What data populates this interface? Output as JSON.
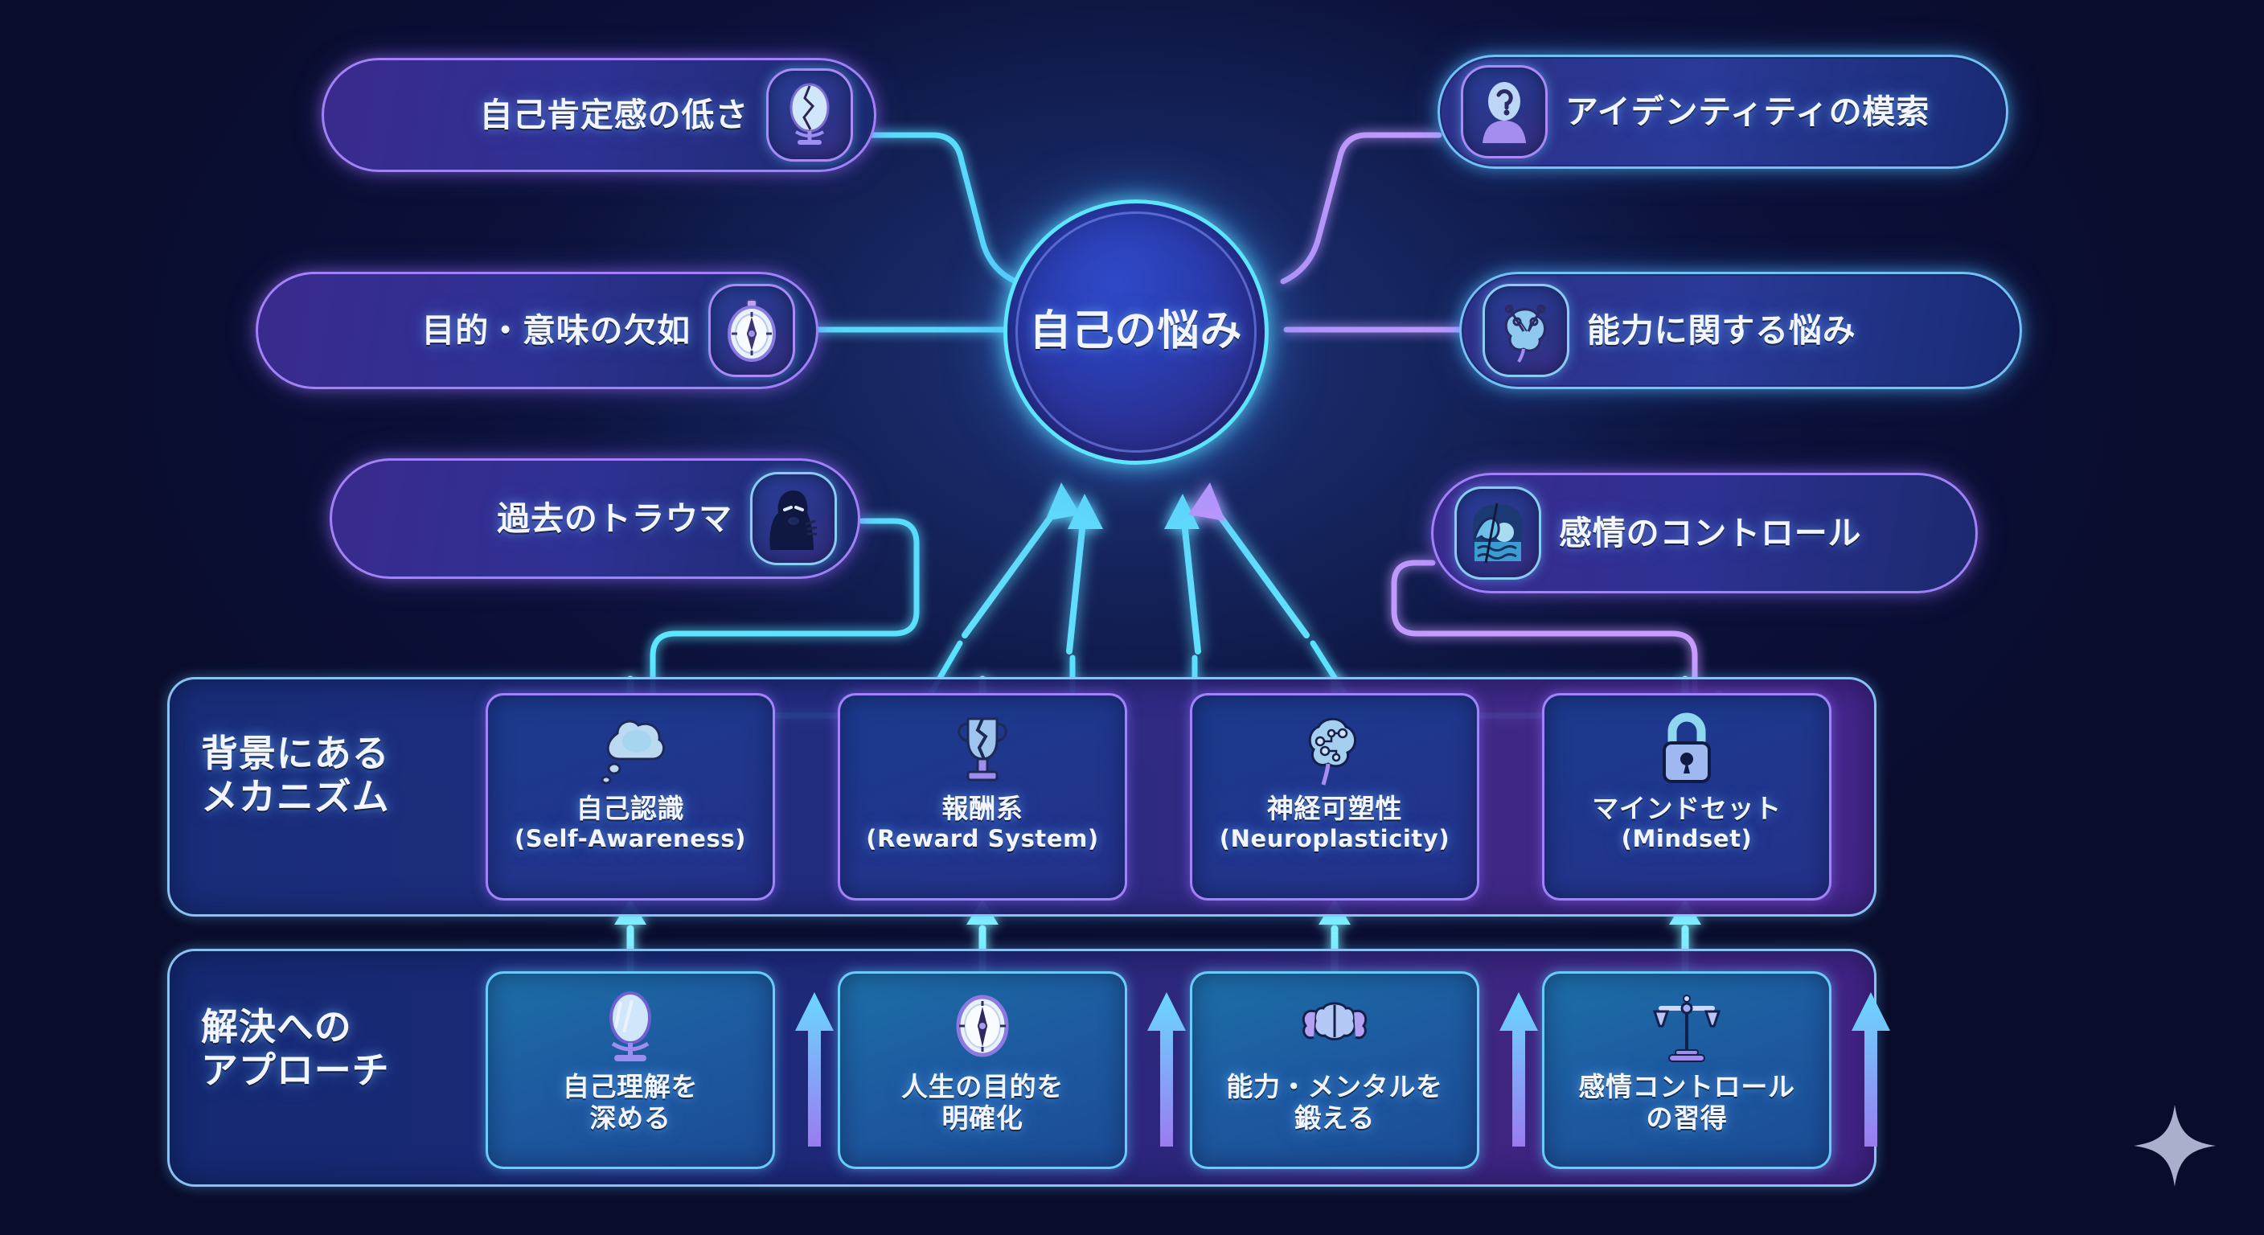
{
  "background": {
    "deep": "#0a0c2b",
    "mid": "#101a4b",
    "glow": "#16235e"
  },
  "accents": {
    "cyan": "#5de4ff",
    "purple": "#a886ff",
    "blue": "#2a3cae",
    "card_blue": "#1d5ba0"
  },
  "center": {
    "label": "自己の悩み",
    "icon": "hub-circle"
  },
  "satellites": [
    {
      "label": "自己肯定感の低さ",
      "icon": "broken-mirror-icon",
      "side": "left"
    },
    {
      "label": "目的・意味の欠如",
      "icon": "compass-icon",
      "side": "left"
    },
    {
      "label": "過去のトラウマ",
      "icon": "shadow-figure-icon",
      "side": "left"
    },
    {
      "label": "アイデンティティの模索",
      "icon": "question-person-icon",
      "side": "right"
    },
    {
      "label": "能力に関する悩み",
      "icon": "chained-brain-icon",
      "side": "right"
    },
    {
      "label": "感情のコントロール",
      "icon": "wave-sun-icon",
      "side": "right"
    }
  ],
  "mechanism_row": {
    "label": "背景にある\nメカニズム",
    "cards": [
      {
        "title": "自己認識",
        "subtitle": "(Self-Awareness)",
        "icon": "thought-cloud-icon"
      },
      {
        "title": "報酬系",
        "subtitle": "(Reward System)",
        "icon": "broken-trophy-icon"
      },
      {
        "title": "神経可塑性",
        "subtitle": "(Neuroplasticity)",
        "icon": "neural-brain-icon"
      },
      {
        "title": "マインドセット",
        "subtitle": "(Mindset)",
        "icon": "lock-icon"
      }
    ]
  },
  "solution_row": {
    "label": "解決への\nアプローチ",
    "cards": [
      {
        "title": "自己理解を\n深める",
        "icon": "mirror-icon"
      },
      {
        "title": "人生の目的を\n明確化",
        "icon": "compass-icon"
      },
      {
        "title": "能力・メンタルを\n鍛える",
        "icon": "flexing-brain-icon"
      },
      {
        "title": "感情コントロール\nの習得",
        "icon": "scales-icon"
      }
    ],
    "arrow_icon": "up-arrow-icon"
  },
  "decoration": {
    "sparkle": "four-point-star-icon"
  }
}
